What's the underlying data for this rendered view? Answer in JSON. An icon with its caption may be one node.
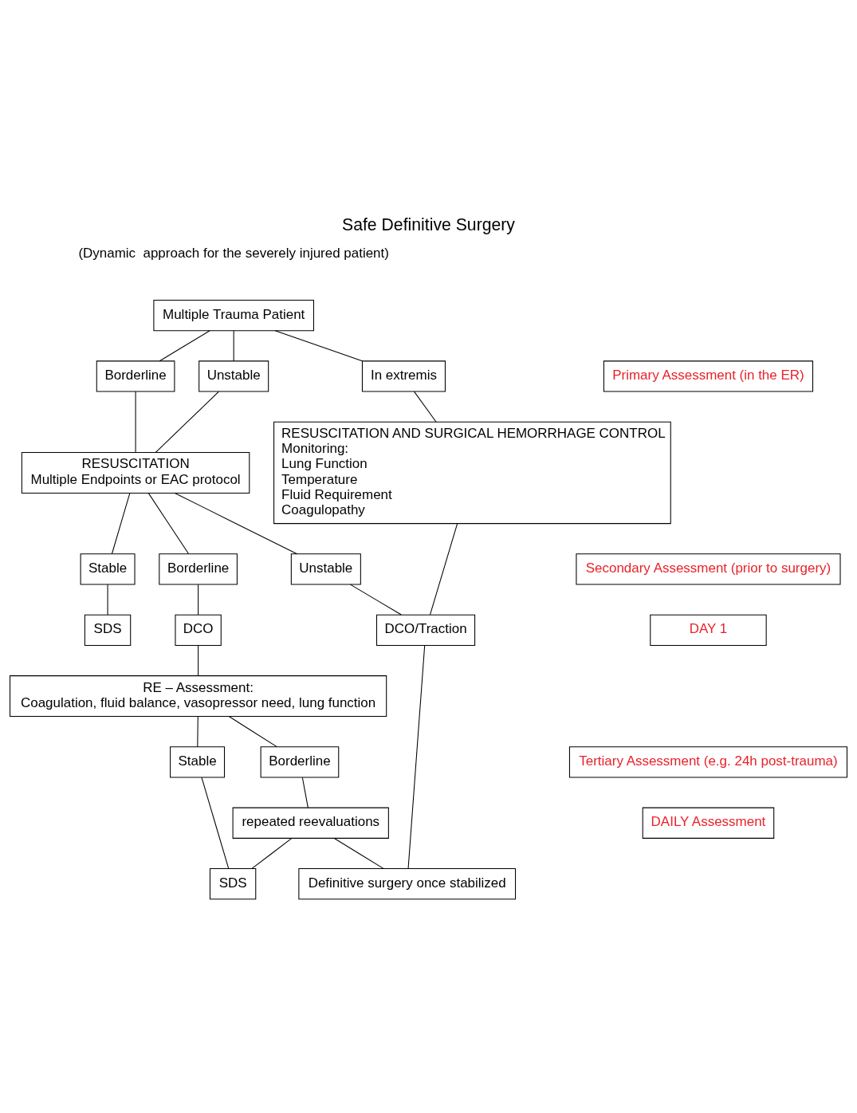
{
  "diagram": {
    "title": "Safe Definitive Surgery",
    "nodes": [
      {
        "text": [
          "Multiple Trauma Patient"
        ]
      },
      {
        "text": [
          "Borderline"
        ]
      },
      {
        "text": [
          "Unstable"
        ]
      },
      {
        "text": [
          "In extremis"
        ]
      },
      {
        "text": [
          "RESUSCITATION",
          "Multiple Endpoints or EAC protocol"
        ]
      },
      {
        "text": [
          "RESUSCITATION AND SURGICAL HEMORRHAGE CONTROL",
          "Monitoring:",
          "Lung Function",
          "Temperature",
          "Fluid Requirement",
          "Coagulopathy"
        ]
      },
      {
        "text": [
          "Stable"
        ]
      },
      {
        "text": [
          "Borderline"
        ]
      },
      {
        "text": [
          "Unstable"
        ]
      },
      {
        "text": [
          "SDS"
        ]
      },
      {
        "text": [
          "DCO"
        ]
      },
      {
        "text": [
          "DCO/Traction"
        ]
      },
      {
        "text": [
          "RE – Assessment:",
          "Coagulation, fluid balance, vasopressor need, lung function"
        ]
      },
      {
        "text": [
          "Stable"
        ]
      },
      {
        "text": [
          "Borderline"
        ]
      },
      {
        "text": [
          "repeated reevaluations"
        ]
      },
      {
        "text": [
          "SDS"
        ]
      },
      {
        "text": [
          "Definitive surgery once stabilized"
        ]
      },
      {
        "text": [
          "Primary Assessment (in the ER)"
        ]
      },
      {
        "text": [
          "Secondary Assessment (prior to surgery)"
        ]
      },
      {
        "text": [
          "DAY 1"
        ]
      },
      {
        "text": [
          "Tertiary Assessment (e.g. 24h post-trauma)"
        ]
      },
      {
        "text": [
          "DAILY Assessment"
        ]
      }
    ],
    "edges": [
      {
        "from": 0,
        "to": 1,
        "arrow": "none"
      },
      {
        "from": 0,
        "to": 2,
        "arrow": "none"
      },
      {
        "from": 0,
        "to": 3,
        "arrow": "none"
      },
      {
        "from": 1,
        "to": 4,
        "arrow": "none"
      },
      {
        "from": 2,
        "to": 4,
        "arrow": "none"
      },
      {
        "from": 3,
        "to": 5,
        "arrow": "none"
      },
      {
        "from": 4,
        "to": 6,
        "arrow": "none"
      },
      {
        "from": 4,
        "to": 7,
        "arrow": "none"
      },
      {
        "from": 4,
        "to": 8,
        "arrow": "none"
      },
      {
        "from": 6,
        "to": 9,
        "arrow": "none"
      },
      {
        "from": 7,
        "to": 10,
        "arrow": "none"
      },
      {
        "from": 8,
        "to": 11,
        "arrow": "none"
      },
      {
        "from": 5,
        "to": 11,
        "arrow": "none"
      },
      {
        "from": 10,
        "to": 12,
        "arrow": "none"
      },
      {
        "from": 12,
        "to": 13,
        "arrow": "none"
      },
      {
        "from": 12,
        "to": 14,
        "arrow": "none"
      },
      {
        "from": 14,
        "to": 15,
        "arrow": "none"
      },
      {
        "from": 13,
        "to": 16,
        "arrow": "none"
      },
      {
        "from": 15,
        "to": 16,
        "arrow": "none"
      },
      {
        "from": 15,
        "to": 17,
        "arrow": "none"
      },
      {
        "from": 11,
        "to": 17,
        "arrow": "none"
      }
    ],
    "labels": [
      "(Dynamic  approach for the severely injured patient)"
    ]
  }
}
